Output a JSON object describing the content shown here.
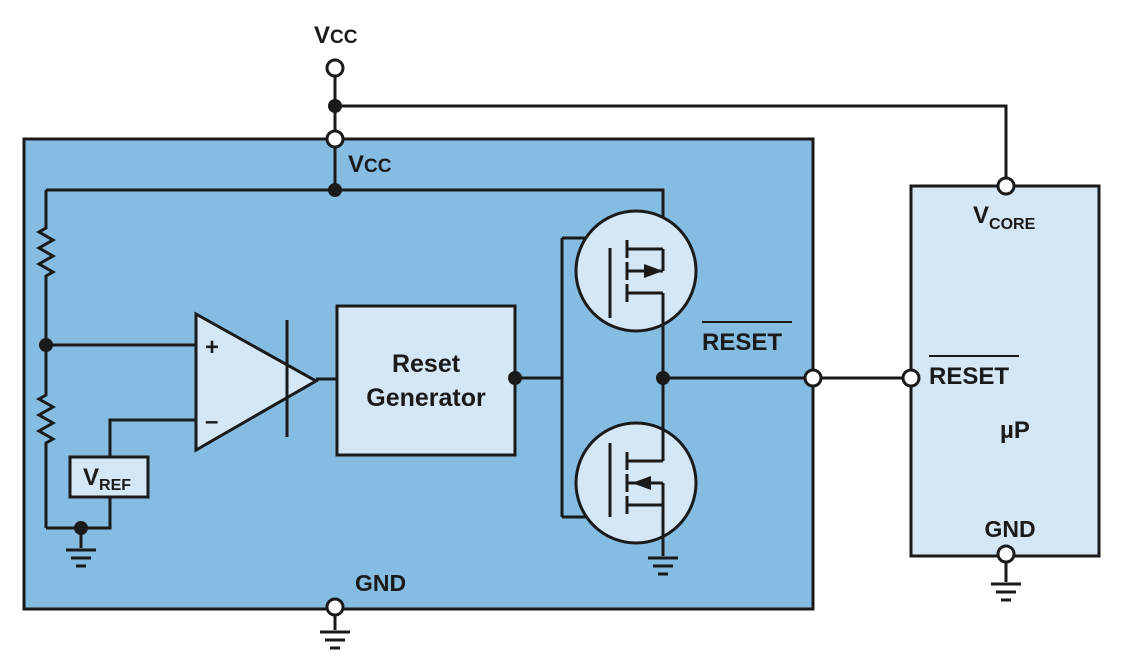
{
  "labels": {
    "vcc_top": "V",
    "vcc_top_sub": "CC",
    "vcc_chip": "V",
    "vcc_chip_sub": "CC",
    "plus": "+",
    "minus": "–",
    "vref": "V",
    "vref_sub": "REF",
    "reset_gen_line1": "Reset",
    "reset_gen_line2": "Generator",
    "reset_out": "RESET",
    "gnd_chip": "GND",
    "vcore": "V",
    "vcore_sub": "CORE",
    "reset_in": "RESET",
    "up": "µP",
    "gnd_up": "GND"
  },
  "colors": {
    "chip_fill": "#85bce2",
    "block_fill": "#d5e6f4",
    "up_fill": "#d5e6f4",
    "wire": "#1a1a1a"
  }
}
